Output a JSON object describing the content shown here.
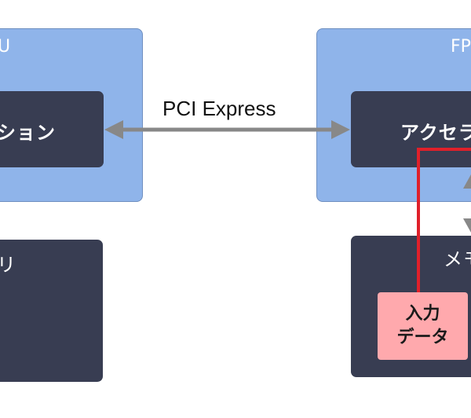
{
  "diagram": {
    "host": {
      "title": "CPU",
      "visible_title": "U",
      "application": {
        "label": "アプリケーション",
        "visible_label": "ション"
      },
      "memory": {
        "label": "メモリ",
        "visible_label": "リ"
      }
    },
    "link": {
      "label": "PCI Express",
      "style": "bidirectional-arrow",
      "color": "#888888"
    },
    "device": {
      "title": "FPGA",
      "visible_title": "FP",
      "accelerator": {
        "label": "アクセラレータ",
        "visible_label": "アクセラ"
      },
      "memory": {
        "label": "メモリ",
        "visible_label": "メモ",
        "input_data": {
          "line1": "入力",
          "line2": "データ"
        }
      },
      "data_path_color": "#e0202a"
    },
    "colors": {
      "container_blue": "#8fb4ea",
      "block_dark": "#383d52",
      "input_pink": "#ffa9ad",
      "arrow_gray": "#888888",
      "data_path_red": "#e0202a"
    }
  }
}
